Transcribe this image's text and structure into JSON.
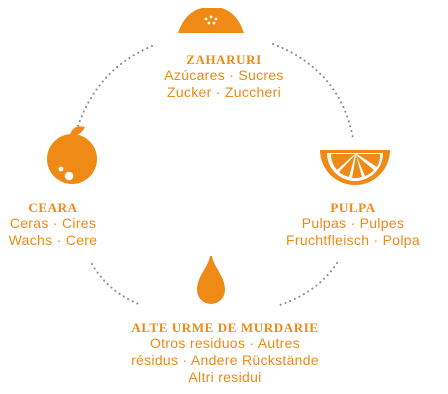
{
  "colors": {
    "accent": "#ef8a17",
    "dots": "#8c8c8c",
    "white": "#ffffff"
  },
  "nodes": [
    {
      "id": "top",
      "icon": "sugar-pile-icon",
      "title": "ZAHARURI",
      "lines": [
        "Azúcares · Sucres",
        "Zucker · Zuccheri"
      ]
    },
    {
      "id": "left",
      "icon": "orange-fruit-icon",
      "title": "CEARA",
      "lines": [
        "Ceras · Cires",
        "Wachs · Cere"
      ]
    },
    {
      "id": "right",
      "icon": "orange-slice-icon",
      "title": "PULPA",
      "lines": [
        "Pulpas · Pulpes",
        "Fruchtfleisch · Polpa"
      ]
    },
    {
      "id": "bottom",
      "icon": "drop-icon",
      "title": "ALTE URME DE MURDARIE",
      "lines": [
        "Otros residuos · Autres",
        "résidus · Andere Rückstände",
        "Altri residui"
      ]
    }
  ]
}
